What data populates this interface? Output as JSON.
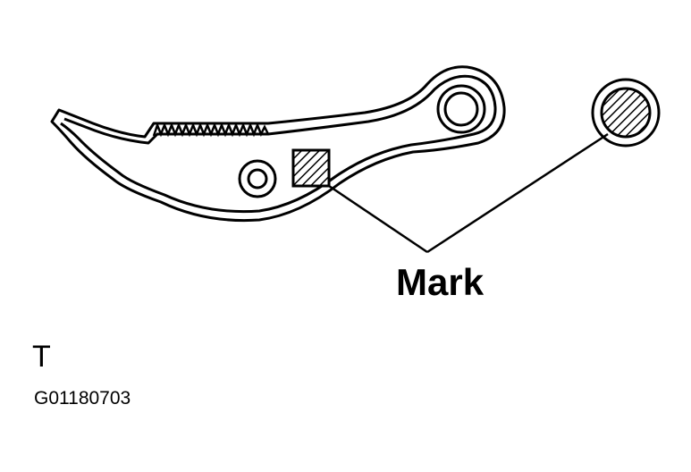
{
  "labels": {
    "callout": "Mark",
    "corner_letter": "T",
    "figure_code": "G01180703"
  },
  "colors": {
    "ink": "#000000",
    "paper": "#ffffff"
  }
}
